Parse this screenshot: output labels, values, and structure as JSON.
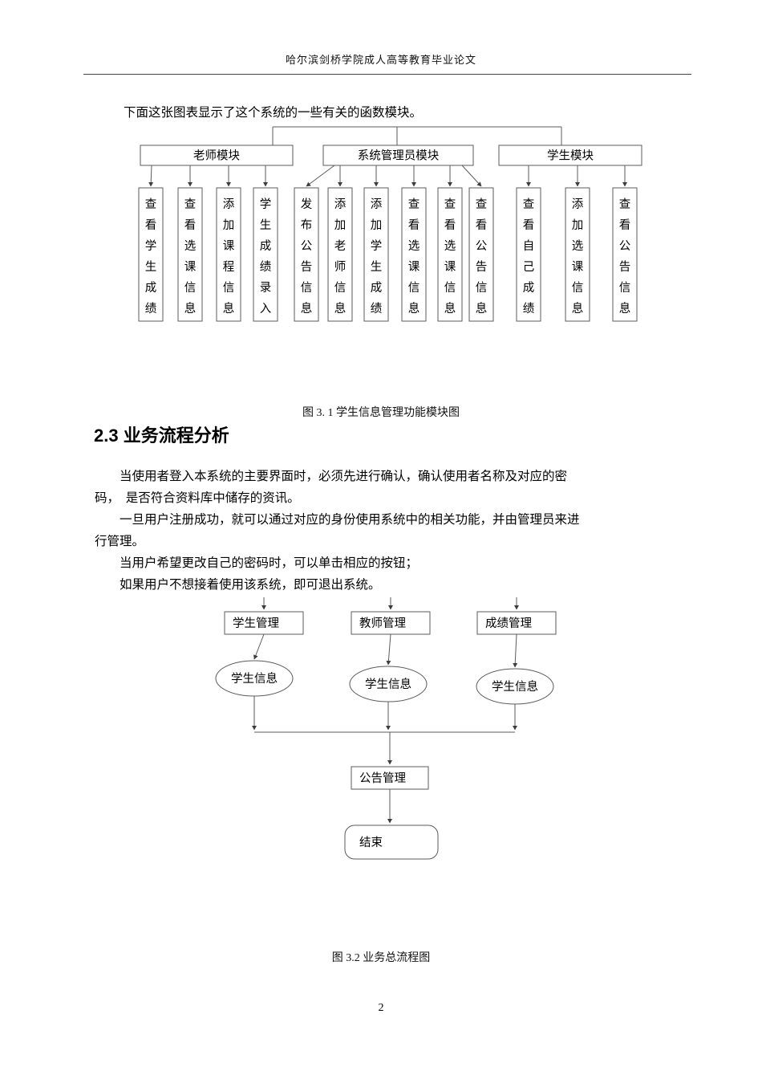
{
  "page": {
    "header": "哈尔滨剑桥学院成人高等教育毕业论文",
    "page_number": "2"
  },
  "intro_text": "下面这张图表显示了这个系统的一些有关的函数模块。",
  "figure1": {
    "caption": "图 3. 1 学生信息管理功能模块图",
    "modules": [
      {
        "label": "老师模块",
        "children": [
          "查看学生成绩",
          "查看选课信息",
          "添加课程信息",
          "学生成绩录入"
        ]
      },
      {
        "label": "系统管理员模块",
        "children": [
          "发布公告信息",
          "添加老师信息",
          "添加学生成绩",
          "查看选课信息",
          "查看选课信息",
          "查看公告信息"
        ]
      },
      {
        "label": "学生模块",
        "children": [
          "查看自己成绩",
          "添加选课信息",
          "查看公告信息"
        ]
      }
    ]
  },
  "section": {
    "heading": "2.3 业务流程分析",
    "paragraphs": [
      {
        "text": "当使用者登入本系统的主要界面时，必须先进行确认，确认使用者名称及对应的密",
        "indent": true
      },
      {
        "text": "码，  是否符合资料库中储存的资讯。",
        "indent": false
      },
      {
        "text": "一旦用户注册成功，就可以通过对应的身份使用系统中的相关功能，并由管理员来进",
        "indent": true
      },
      {
        "text": "行管理。",
        "indent": false
      },
      {
        "text": "当用户希望更改自己的密码时，可以单击相应的按钮；",
        "indent": true
      },
      {
        "text": "如果用户不想接着使用该系统，即可退出系统。",
        "indent": true
      }
    ]
  },
  "figure2": {
    "caption": "图 3.2 业务总流程图",
    "top_boxes": [
      "学生管理",
      "教师管理",
      "成绩管理"
    ],
    "ellipses": [
      "学生信息",
      "学生信息",
      "学生信息"
    ],
    "notice_box": "公告管理",
    "end_box": "结束"
  }
}
